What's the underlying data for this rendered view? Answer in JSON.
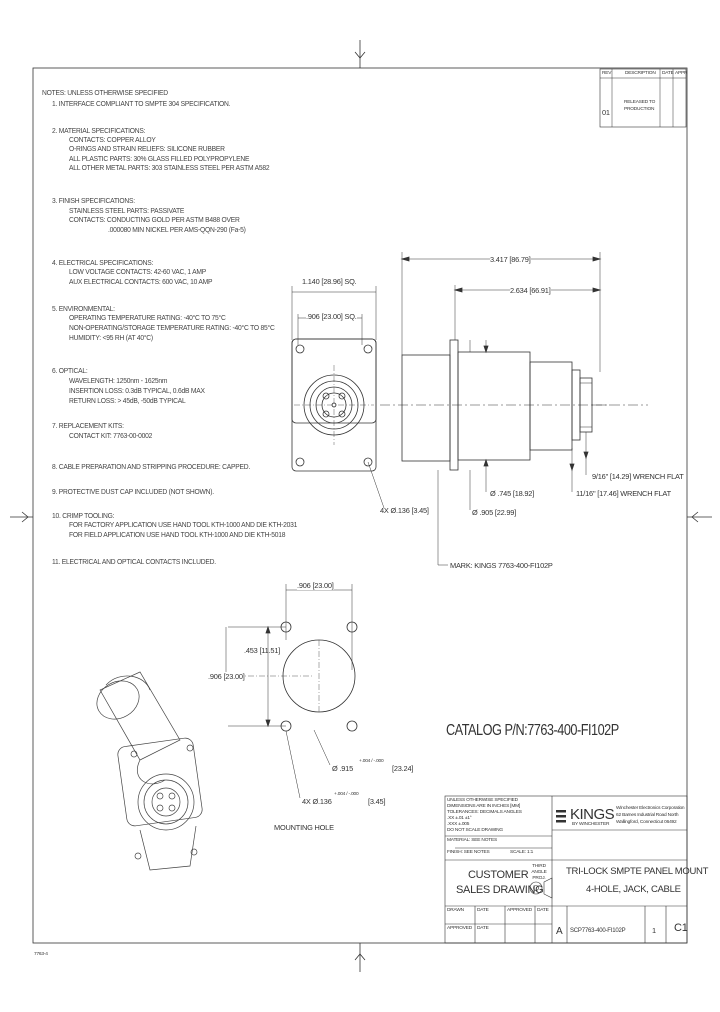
{
  "notes": [
    "NOTES: UNLESS OTHERWISE SPECIFIED",
    "1. INTERFACE COMPLIANT TO SMPTE 304 SPECIFICATION.",
    "2. MATERIAL SPECIFICATIONS:",
    "CONTACTS: COPPER ALLOY",
    "O-RINGS AND STRAIN RELIEFS: SILICONE RUBBER",
    "ALL PLASTIC PARTS: 30% GLASS FILLED POLYPROPYLENE",
    "ALL OTHER METAL PARTS: 303 STAINLESS STEEL PER ASTM A582",
    "3. FINISH SPECIFICATIONS:",
    "STAINLESS STEEL PARTS: PASSIVATE",
    "CONTACTS: CONDUCTING GOLD PER ASTM B488 OVER",
    ".000080 MIN NICKEL PER AMS-QQN-290 (Fa-5)",
    "4. ELECTRICAL SPECIFICATIONS:",
    "LOW VOLTAGE CONTACTS: 42-60 VAC, 1 AMP",
    "AUX ELECTRICAL CONTACTS: 600 VAC, 10 AMP",
    "5. ENVIRONMENTAL:",
    "OPERATING TEMPERATURE RATING: -40°C TO 75°C",
    "NON-OPERATING/STORAGE TEMPERATURE RATING: -40°C TO 85°C",
    "HUMIDITY: <95 RH (AT 40°C)",
    "6. OPTICAL:",
    "WAVELENGTH: 1250nm - 1625nm",
    "INSERTION LOSS: 0.3dB TYPICAL, 0.6dB MAX",
    "RETURN LOSS: > 45dB, -50dB TYPICAL",
    "7. REPLACEMENT KITS:",
    "CONTACT KIT: 7763-00-0002",
    "8. CABLE PREPARATION AND STRIPPING PROCEDURE: CAPPED.",
    "9. PROTECTIVE DUST CAP INCLUDED (NOT SHOWN).",
    "10. CRIMP TOOLING:",
    "FOR FACTORY APPLICATION USE HAND TOOL KTH-1000 AND DIE KTH-2031",
    "FOR FIELD APPLICATION USE HAND TOOL KTH-1000 AND DIE KTH-5018",
    "11. ELECTRICAL AND OPTICAL CONTACTS INCLUDED."
  ],
  "revision_block": {
    "header": [
      "REV",
      "DESCRIPTION",
      "DATE",
      "APPR"
    ],
    "row": {
      "rev": "01",
      "desc1": "RELEASED TO",
      "desc2": "PRODUCTION",
      "date": "",
      "appr": ""
    }
  },
  "dimensions": {
    "overall_length": "3.417 [86.79]",
    "length_flange": "2.634 [66.91]",
    "flange_square": "1.140 [28.96] SQ.",
    "hole_square": ".906 [23.00] SQ.",
    "hole_dia": "4X Ø.136 [3.45]",
    "dia_body": "Ø .745 [18.92]",
    "dia_flange": "Ø .905 [22.99]",
    "wrench_a": "9/16\" [14.29] WRENCH FLAT",
    "wrench_b": "11/16\" [17.46] WRENCH FLAT",
    "mark": "MARK: KINGS 7763-400-FI102P",
    "mount_spacing_top": ".906 [23.00]",
    "mount_half": ".453 [11.51]",
    "mount_spacing_left": ".906 [23.00]",
    "mount_center_dia": "Ø .915",
    "mount_center_dia_tol": "+.004 / -.000",
    "mount_center_dia_mm": "[23.24]",
    "mount_hole_dia": "4X Ø.136",
    "mount_hole_tol": "+.004 / -.000",
    "mount_hole_mm": "[3.45]",
    "mounting_hole_label": "MOUNTING HOLE"
  },
  "catalog": "CATALOG P/N:7763-400-FI102P",
  "title_block": {
    "brand": "KINGS",
    "brand_sub": "BY WINCHESTER",
    "company1": "Winchester Electronics Corporation",
    "company2": "62 Barnes Industrial Road North",
    "company3": "Wallingford, Connecticut 06492",
    "customer_drawing_1": "CUSTOMER",
    "customer_drawing_2": "SALES DRAWING",
    "third_angle": "THIRD ANGLE PROJ.",
    "title1": "TRI-LOCK SMPTE PANEL MOUNT",
    "title2": "4-HOLE, JACK, CABLE",
    "size": "A",
    "part_number": "SCP7763-400-FI102P",
    "sheet": "1",
    "rev": "C1",
    "drawn": "DRAWN",
    "date": "DATE",
    "approved": "APPROVED",
    "scale": "SCALE: 1:1",
    "tolerance_lines": [
      "UNLESS OTHERWISE SPECIFIED",
      "DIMENSIONS ARE IN INCHES [MM]",
      "TOLERANCES: DECIMALS  ANGLES",
      ".XX ±.01   ±1°",
      ".XXX ±.005",
      "DO NOT SCALE DRAWING",
      "MATERIAL: SEE NOTES",
      "FINISH: SEE NOTES"
    ]
  },
  "footer": "7763-4"
}
